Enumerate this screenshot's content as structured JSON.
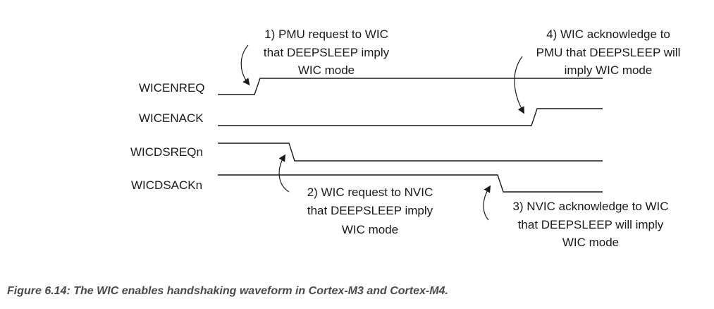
{
  "signals": [
    {
      "name": "WICENREQ"
    },
    {
      "name": "WICENACK"
    },
    {
      "name": "WICDSREQn"
    },
    {
      "name": "WICDSACKn"
    }
  ],
  "annotations": [
    {
      "id": "pmu-request",
      "lines": [
        "1) PMU request to WIC",
        "that DEEPSLEEP imply",
        "WIC mode"
      ]
    },
    {
      "id": "wic-request",
      "lines": [
        "2) WIC request to NVIC",
        "that DEEPSLEEP imply",
        "WIC mode"
      ]
    },
    {
      "id": "nvic-ack",
      "lines": [
        "3) NVIC acknowledge to WIC",
        "that DEEPSLEEP will imply",
        "WIC mode"
      ]
    },
    {
      "id": "wic-ack",
      "lines": [
        "4) WIC acknowledge to",
        "PMU that DEEPSLEEP will",
        "imply WIC mode"
      ]
    }
  ],
  "caption": "Figure 6.14: The WIC enables handshaking waveform in Cortex-M3 and Cortex-M4."
}
